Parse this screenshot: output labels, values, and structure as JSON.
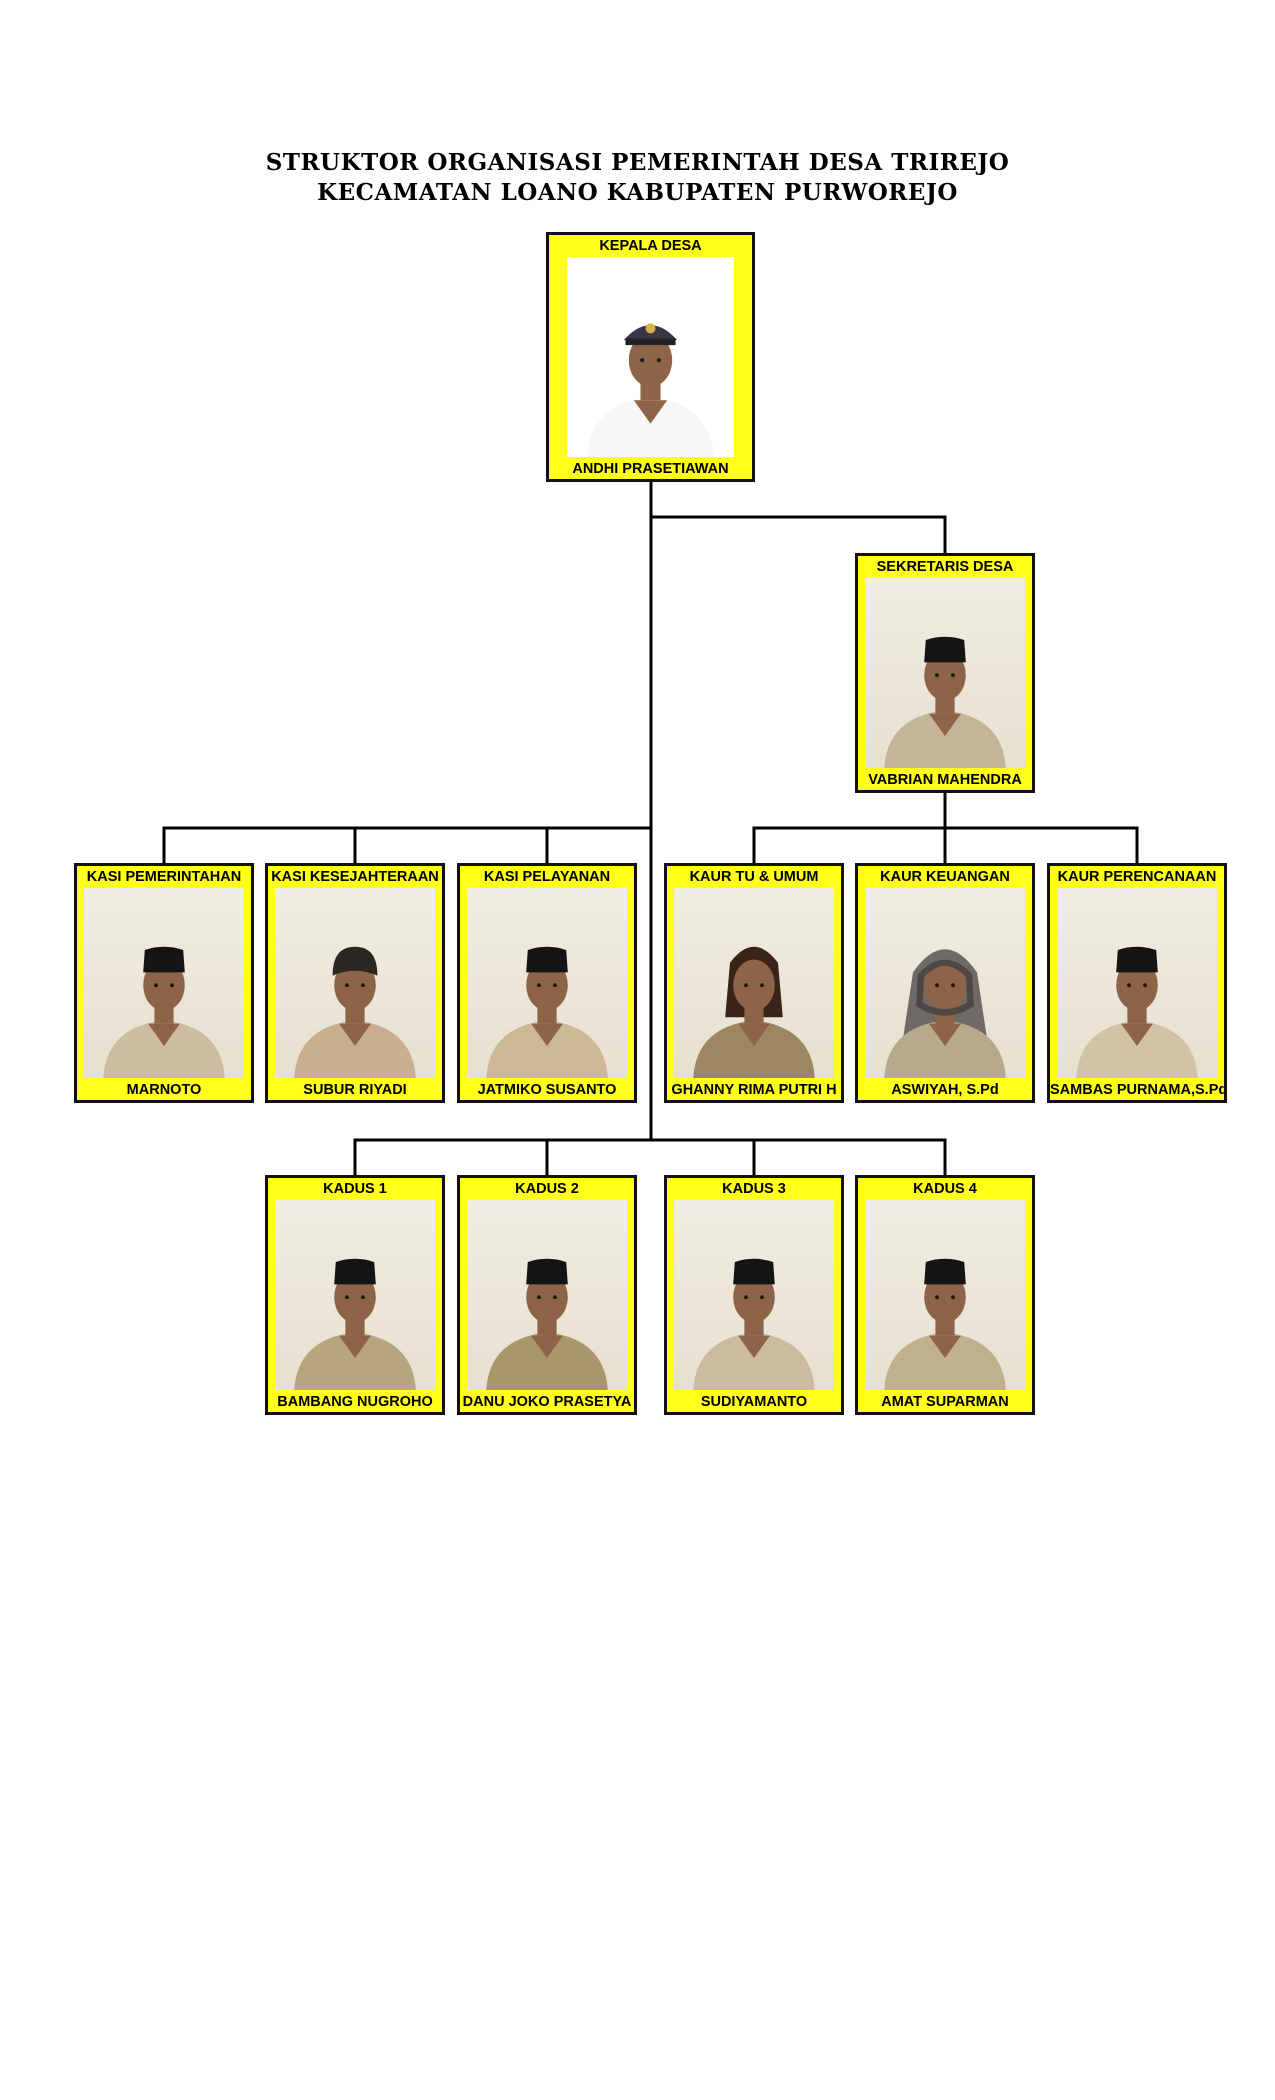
{
  "title": {
    "line1": "STRUKTOR ORGANISASI PEMERINTAH DESA TRIREJO",
    "line2": "KECAMATAN LOANO KABUPATEN PURWOREJO"
  },
  "colors": {
    "card": "#ffff1a",
    "border": "#111111",
    "line": "#000000"
  },
  "head": {
    "role": "KEPALA DESA",
    "name": "ANDHI PRASETIAWAN",
    "photo": {
      "icon": "person-photo",
      "uniform": "#f7f7f7",
      "headwear": "officer-cap",
      "bg": "#ffffff"
    }
  },
  "secretary": {
    "role": "SEKRETARIS DESA",
    "name": "VABRIAN MAHENDRA",
    "photo": {
      "icon": "person-photo",
      "uniform": "#c5b596",
      "headwear": "peci"
    }
  },
  "kasi": [
    {
      "role": "KASI PEMERINTAHAN",
      "name": "MARNOTO",
      "photo": {
        "icon": "person-photo",
        "uniform": "#cdbc9d",
        "headwear": "peci"
      }
    },
    {
      "role": "KASI KESEJAHTERAAN",
      "name": "SUBUR RIYADI",
      "photo": {
        "icon": "person-photo",
        "uniform": "#c9ae92",
        "headwear": "blangkon"
      }
    },
    {
      "role": "KASI PELAYANAN",
      "name": "JATMIKO SUSANTO",
      "photo": {
        "icon": "person-photo",
        "uniform": "#cdb898",
        "headwear": "peci"
      }
    }
  ],
  "kaur": [
    {
      "role": "KAUR TU & UMUM",
      "name": "GHANNY RIMA PUTRI H",
      "photo": {
        "icon": "person-photo",
        "uniform": "#9c8760",
        "headwear": "long-hair"
      }
    },
    {
      "role": "KAUR KEUANGAN",
      "name": "ASWIYAH, S.Pd",
      "photo": {
        "icon": "person-photo",
        "uniform": "#b7a98c",
        "headwear": "hijab"
      }
    },
    {
      "role": "KAUR PERENCANAAN",
      "name": "SAMBAS PURNAMA,S.Pd",
      "photo": {
        "icon": "person-photo",
        "uniform": "#d3c3a6",
        "headwear": "peci"
      }
    }
  ],
  "kadus": [
    {
      "role": "KADUS  1",
      "name": "BAMBANG NUGROHO",
      "photo": {
        "icon": "person-photo",
        "uniform": "#b7a57e",
        "headwear": "peci"
      }
    },
    {
      "role": "KADUS  2",
      "name": "DANU JOKO PRASETYA",
      "photo": {
        "icon": "person-photo",
        "uniform": "#a99669",
        "headwear": "peci"
      }
    },
    {
      "role": "KADUS  3",
      "name": "SUDIYAMANTO",
      "photo": {
        "icon": "person-photo",
        "uniform": "#cdbb9f",
        "headwear": "peci"
      }
    },
    {
      "role": "KADUS  4",
      "name": "AMAT SUPARMAN",
      "photo": {
        "icon": "person-photo",
        "uniform": "#c1b08c",
        "headwear": "peci"
      }
    }
  ]
}
